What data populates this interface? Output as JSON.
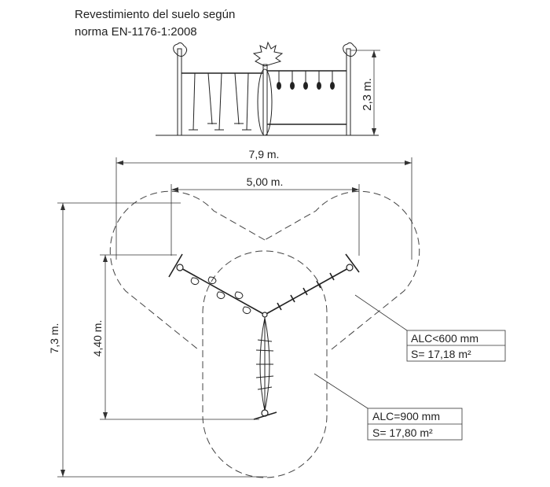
{
  "title": {
    "line1": "Revestimiento del suelo según",
    "line2": "norma EN-1176-1:2008"
  },
  "elevation": {
    "height_label": "2,3 m."
  },
  "plan": {
    "overall_width_label": "7,9 m.",
    "post_spacing_label": "5,00 m.",
    "overall_depth_label": "7,3 m.",
    "inner_depth_label": "4,40 m."
  },
  "zones": [
    {
      "alc": "ALC<600 mm",
      "area": "S= 17,18 m²"
    },
    {
      "alc": "ALC=900 mm",
      "area": "S= 17,80 m²"
    }
  ]
}
